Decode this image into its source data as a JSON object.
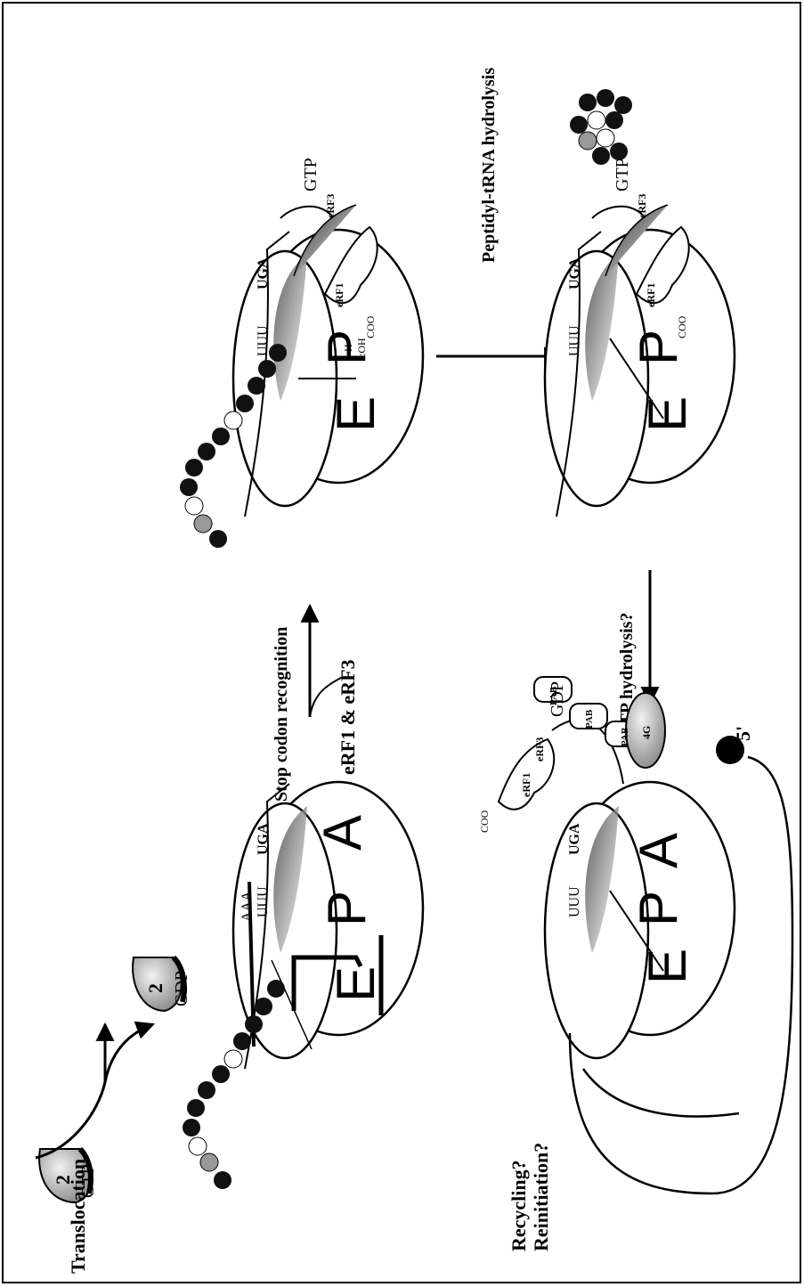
{
  "processes": {
    "translocation": "Translocation",
    "stop_codon": "Stop codon recognition",
    "factors": "eRF1 & eRF3",
    "peptidyl": "Peptidyl-tRNA hydrolysis",
    "gtp_hydrolysis": "GTP hydrolysis?",
    "recycling": "Recycling?",
    "reinitiation": "Reinitiation?"
  },
  "sites": {
    "e": "E",
    "p": "P",
    "a": "A"
  },
  "molecules": {
    "gtp": "GTP",
    "gdp": "GDP",
    "ef2": "2",
    "erf1": "eRF1",
    "erf3": "eRF3",
    "pab": "PAB",
    "eif4g": "4G",
    "cap": "5'",
    "codons": "UUU",
    "stop": "UGA",
    "anticodon": "AAA",
    "h": "H",
    "oh": ":OH",
    "coo": "COO"
  }
}
